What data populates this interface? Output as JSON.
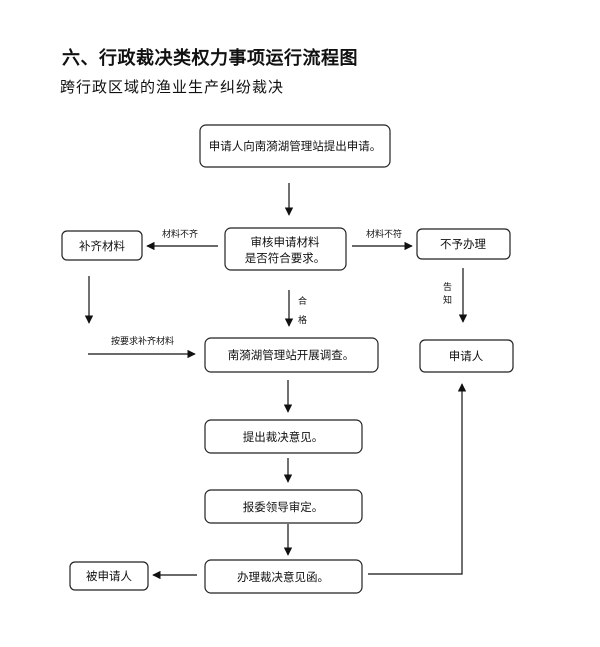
{
  "heading": "六、行政裁决类权力事项运行流程图",
  "subheading": "跨行政区域的渔业生产纠纷裁决",
  "nodes": {
    "apply": "申请人向南漪湖管理站提出申请。",
    "review_line1": "审核申请材料",
    "review_line2": "是否符合要求。",
    "supplement": "补齐材料",
    "reject": "不予办理",
    "investigate": "南漪湖管理站开展调查。",
    "applicant": "申请人",
    "opinion": "提出裁决意见。",
    "leader": "报委领导审定。",
    "letter": "办理裁决意见函。",
    "respondent": "被申请人"
  },
  "edge_labels": {
    "incomplete": "材料不齐",
    "nonconforming": "材料不符",
    "qualified_1": "合",
    "qualified_2": "格",
    "inform_1": "告",
    "inform_2": "知",
    "resubmit": "按要求补齐材料"
  }
}
